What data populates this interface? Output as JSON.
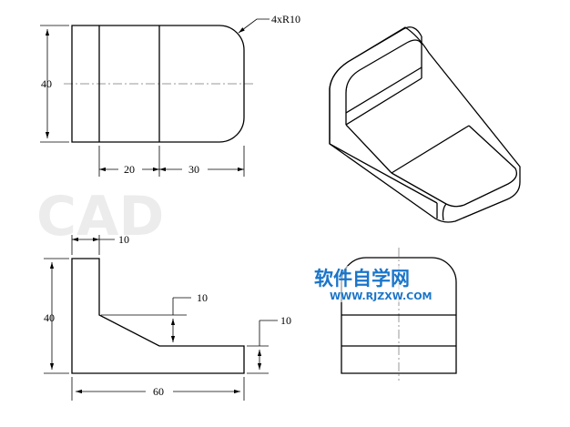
{
  "watermark": {
    "cad_letters": "CAD",
    "brand_cn": "软件自学网",
    "brand_url": "WWW.RJZXW.COM",
    "brand_color": "#1a75c9"
  },
  "top_view": {
    "dim_height": "40",
    "dim_left_segment": "20",
    "dim_right_segment": "30",
    "radius_note": "4xR10"
  },
  "front_view": {
    "dim_total_height": "40",
    "dim_wall_thickness": "10",
    "dim_slope_rise": "10",
    "dim_base_thickness": "10",
    "dim_total_width": "60"
  }
}
